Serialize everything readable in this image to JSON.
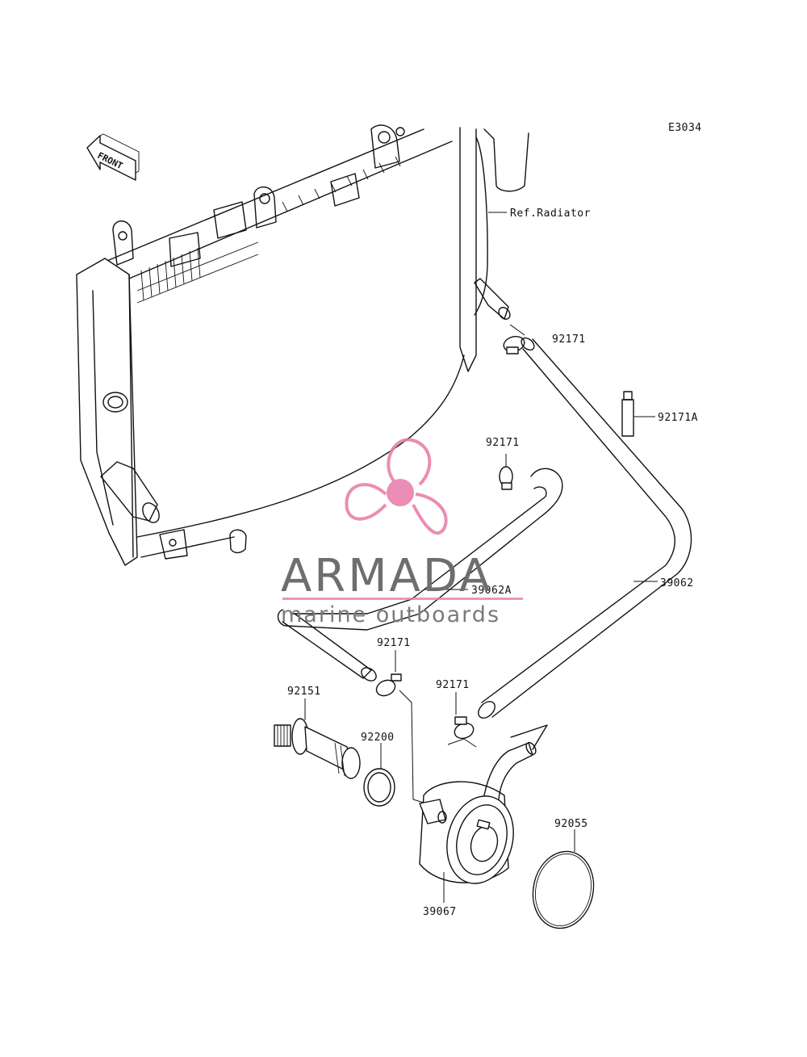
{
  "diagram_code": "E3034",
  "front_label": "FRONT",
  "reference_label": "Ref.Radiator",
  "parts": {
    "p92171_top": "92171",
    "p92171A": "92171A",
    "p92171_mid": "92171",
    "p39062": "39062",
    "p39062A": "39062A",
    "p92171_low": "92171",
    "p92171_right": "92171",
    "p92151": "92151",
    "p92200": "92200",
    "p92055": "92055",
    "p39067": "39067"
  },
  "watermark": {
    "brand": "ARMADA",
    "tagline": "marine outboards",
    "logo": "propeller-logo-icon",
    "accent_color": "#e87aa8",
    "text_color": "#6e6e6e"
  }
}
